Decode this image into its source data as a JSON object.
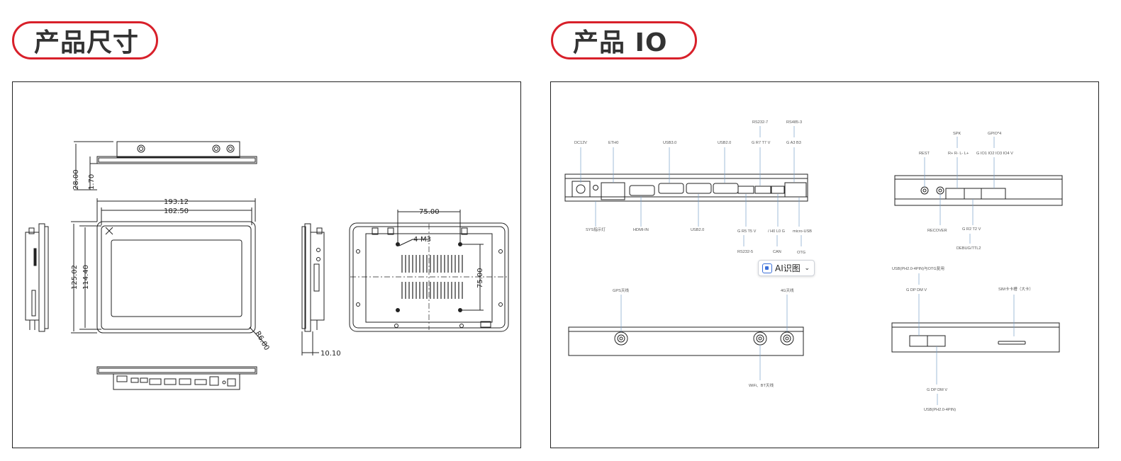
{
  "sections": {
    "dimensions_title": "产品尺寸",
    "io_title": "产品 IO"
  },
  "dimensions": {
    "height": "28.00",
    "bezel": "1.70",
    "outer_width": "193.12",
    "inner_width": "182.50",
    "outer_height": "125.02",
    "inner_height": "114.40",
    "corner_radius": "R6.00",
    "depth": "10.10",
    "hole_spacing_x": "75.00",
    "hole_spacing_y": "75.00",
    "mount_screws": "4-M3"
  },
  "io": {
    "top": {
      "dc12v": "DC12V",
      "eth0": "ETH0",
      "usb30": "USB3.0",
      "usb20_a": "USB2.0",
      "rs232_7": "RS232-7",
      "rs232_7_pins": "G R7 T7 V",
      "rs485_3": "RS485-3",
      "rs485_3_pins": "G A3 B3"
    },
    "bottom": {
      "sys": "SYS指示灯",
      "hdmi": "HDMI-IN",
      "usb20_b": "USB2.0",
      "rs232_5_pins": "G R5 T5 V",
      "rs232_5": "RS232-5",
      "can_pins": "/ H0 L0 G",
      "can": "CAN",
      "micro_usb": "micro-USB",
      "otg": "OTG"
    },
    "right_panel": {
      "spk": "SPK",
      "spk_pins": "R+ R- L- L+",
      "gpio": "GPIO*4",
      "gpio_pins": "G IO1 IO2 IO3 IO4 V",
      "rest": "REST",
      "recover": "RECOVER",
      "debug_pins": "G R2 T2 V",
      "debug": "DEBUG/TTL2"
    },
    "antenna": {
      "gps": "GPS天线",
      "lte": "4G天线",
      "wifi": "WiFi、BT天线"
    },
    "side": {
      "usb_otg": "USB(PH2.0-4PIN)与OTG复用",
      "usb_otg_pins": "G DP DM V",
      "sim": "SIM卡卡槽（大卡）",
      "usb_pins": "G DP DM V",
      "usb": "USB(PH2.0-4PIN)"
    }
  },
  "ai_button": {
    "label": "AI识图",
    "caret": "⌄"
  },
  "colors": {
    "accent": "#d8202a"
  }
}
